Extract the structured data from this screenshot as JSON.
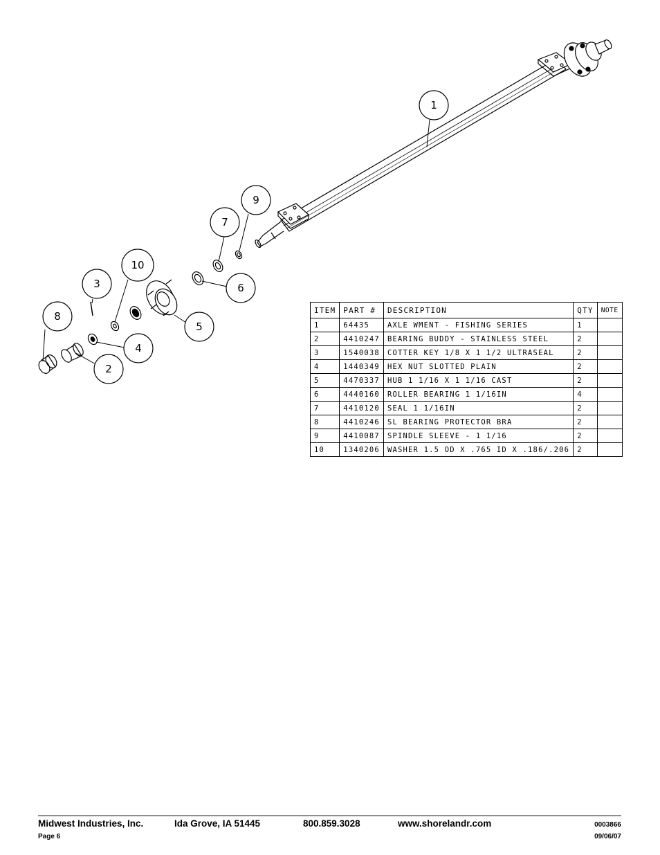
{
  "callouts": [
    "1",
    "2",
    "3",
    "4",
    "5",
    "6",
    "7",
    "8",
    "9",
    "10"
  ],
  "parts_table": {
    "headers": [
      "ITEM",
      "PART #",
      "DESCRIPTION",
      "QTY",
      "NOTE"
    ],
    "rows": [
      [
        "1",
        "64435",
        "AXLE WMENT - FISHING SERIES",
        "1",
        ""
      ],
      [
        "2",
        "4410247",
        "BEARING BUDDY - STAINLESS STEEL",
        "2",
        ""
      ],
      [
        "3",
        "1540038",
        "COTTER KEY 1/8 X 1 1/2 ULTRASEAL",
        "2",
        ""
      ],
      [
        "4",
        "1440349",
        "HEX NUT SLOTTED PLAIN",
        "2",
        ""
      ],
      [
        "5",
        "4470337",
        "HUB   1 1/16 X 1 1/16 CAST",
        "2",
        ""
      ],
      [
        "6",
        "4440160",
        "ROLLER BEARING   1 1/16IN",
        "4",
        ""
      ],
      [
        "7",
        "4410120",
        "SEAL  1 1/16IN",
        "2",
        ""
      ],
      [
        "8",
        "4410246",
        "SL BEARING PROTECTOR BRA",
        "2",
        ""
      ],
      [
        "9",
        "4410087",
        "SPINDLE SLEEVE - 1 1/16",
        "2",
        ""
      ],
      [
        "10",
        "1340206",
        "WASHER 1.5 OD X .765 ID X .186/.206",
        "2",
        ""
      ]
    ]
  },
  "footer": {
    "company": "Midwest Industries, Inc.",
    "location": "Ida Grove, IA  51445",
    "phone": "800.859.3028",
    "website": "www.shorelandr.com",
    "doc_number": "0003866",
    "page": "Page 6",
    "date": "09/06/07"
  }
}
